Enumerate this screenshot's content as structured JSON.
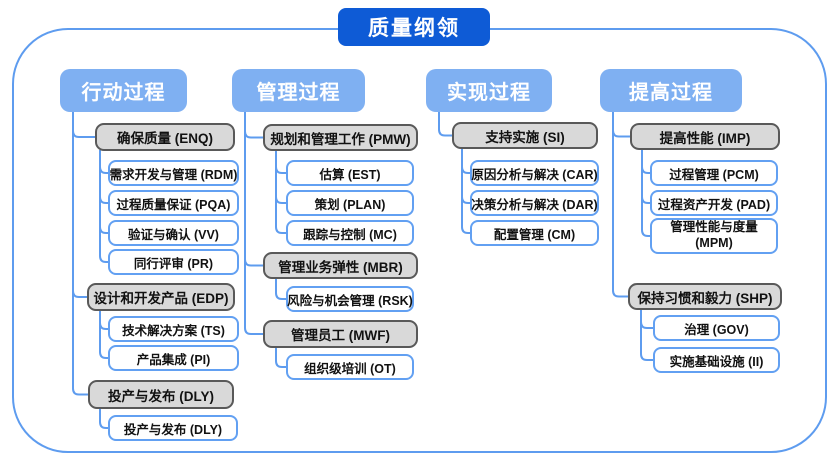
{
  "title": "质量纲领",
  "colors": {
    "root_fill": "#0E5BD6",
    "header_fill": "#7FB0F2",
    "connector": "#5E9CEF",
    "level2_fill": "#D9D9D9",
    "level2_border": "#595959",
    "level3_border": "#62A0F2"
  },
  "columns": [
    {
      "label": "行动过程",
      "groups": [
        {
          "label": "确保质量 (ENQ)",
          "children": [
            "需求开发与管理 (RDM)",
            "过程质量保证 (PQA)",
            "验证与确认 (VV)",
            "同行评审 (PR)"
          ]
        },
        {
          "label": "设计和开发产品 (EDP)",
          "children": [
            "技术解决方案 (TS)",
            "产品集成 (PI)"
          ]
        },
        {
          "label": "投产与发布 (DLY)",
          "children": [
            "投产与发布 (DLY)"
          ]
        }
      ]
    },
    {
      "label": "管理过程",
      "groups": [
        {
          "label": "规划和管理工作 (PMW)",
          "children": [
            "估算 (EST)",
            "策划 (PLAN)",
            "跟踪与控制 (MC)"
          ]
        },
        {
          "label": "管理业务弹性 (MBR)",
          "children": [
            "风险与机会管理 (RSK)"
          ]
        },
        {
          "label": "管理员工 (MWF)",
          "children": [
            "组织级培训 (OT)"
          ]
        }
      ]
    },
    {
      "label": "实现过程",
      "groups": [
        {
          "label": "支持实施 (SI)",
          "children": [
            "原因分析与解决 (CAR)",
            "决策分析与解决 (DAR)",
            "配置管理 (CM)"
          ]
        }
      ]
    },
    {
      "label": "提高过程",
      "groups": [
        {
          "label": "提高性能 (IMP)",
          "children": [
            "过程管理 (PCM)",
            "过程资产开发 (PAD)",
            "管理性能与度量 (MPM)"
          ]
        },
        {
          "label": "保持习惯和毅力 (SHP)",
          "children": [
            "治理 (GOV)",
            "实施基础设施 (II)"
          ]
        }
      ]
    }
  ]
}
